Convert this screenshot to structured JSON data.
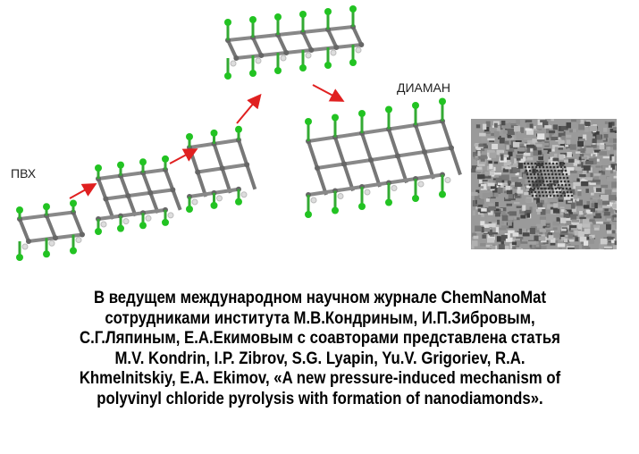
{
  "labels": {
    "pvc": "ПВХ",
    "diaman": "ДИАМАН"
  },
  "colors": {
    "arrow": "#e02020",
    "chlorine": "#22c322",
    "carbon": "#7a7a7a",
    "hydrogen": "#eeeeee"
  },
  "caption": {
    "lines": [
      "В ведущем международном научном журнале ChemNanoMat",
      "сотрудниками  института М.В.Кондриным, И.П.Зибровым,",
      "С.Г.Ляпиным, Е.А.Екимовым с соавторами представлена статья",
      "M.V. Kondrin, I.P. Zibrov, S.G. Lyapin, Yu.V. Grigoriev, R.A.",
      "Khmelnitskiy,  E.A. Ekimov, «A new pressure-induced mechanism of",
      "polyvinyl chloride pyrolysis with formation of nanodiamonds»."
    ]
  }
}
